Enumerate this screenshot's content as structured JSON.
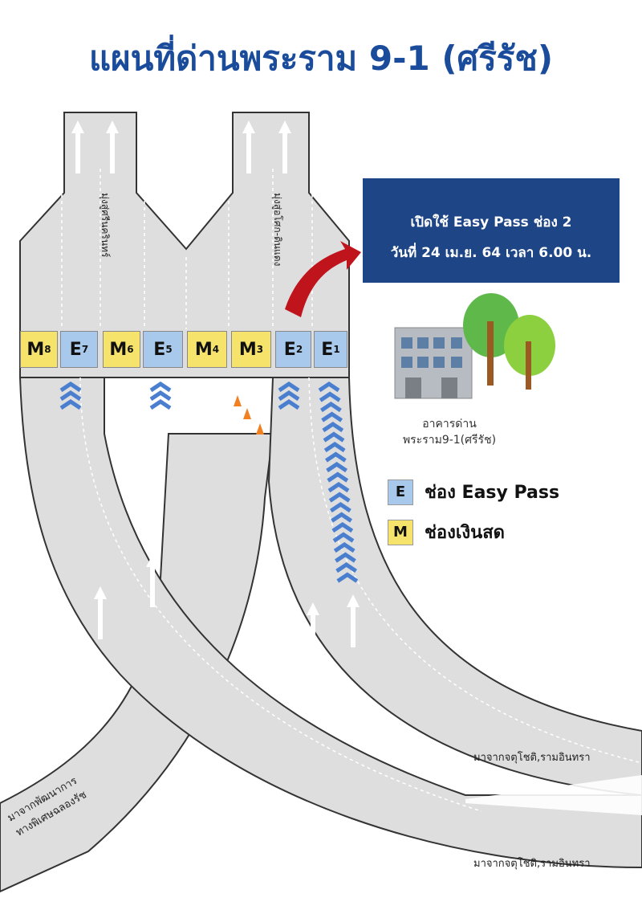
{
  "title": "แผนที่ด่านพระราม 9-1 (ศรีรัช)",
  "sign": {
    "line1": "เปิดใช้ Easy Pass ช่อง 2",
    "line2": "วันที่ 24 เม.ย. 64 เวลา 6.00 น."
  },
  "booths": [
    {
      "type": "M",
      "num": "8"
    },
    {
      "type": "E",
      "num": "7"
    },
    {
      "type": "M",
      "num": "6"
    },
    {
      "type": "E",
      "num": "5"
    },
    {
      "type": "M",
      "num": "4"
    },
    {
      "type": "M",
      "num": "3"
    },
    {
      "type": "E",
      "num": "2"
    },
    {
      "type": "E",
      "num": "1"
    }
  ],
  "directions": {
    "north_left": "มุ่งสู่ศรีนครินทร์",
    "north_right": "มุ่งสู่อโศก-ดินแดง",
    "from_left_1": "มาจากพัฒนาการ",
    "from_left_2": "ทางพิเศษฉลองรัช",
    "from_right_top": "มาจากจตุโชติ,รามอินทรา",
    "from_right_bottom": "มาจากจตุโชติ,รามอินทรา"
  },
  "building": {
    "line1": "อาคารด่าน",
    "line2": "พระราม9-1(ศรีรัช)"
  },
  "legend": [
    {
      "key": "E",
      "label": "ช่อง Easy Pass",
      "color": "#a9c9ec"
    },
    {
      "key": "M",
      "label": "ช่องเงินสด",
      "color": "#f6e36b"
    }
  ],
  "colors": {
    "title": "#1b4c9c",
    "sign": "#1e4585",
    "road": "#dedede",
    "arrow": "#c0141c",
    "chevron": "#4a7fd0"
  }
}
